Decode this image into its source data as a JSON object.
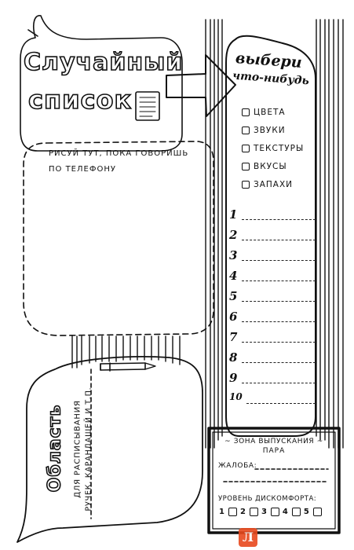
{
  "title": {
    "line1": "Случайный",
    "line2": "список"
  },
  "choose": {
    "line1": "выбери",
    "line2": "что-нибудь"
  },
  "options": [
    "Цвета",
    "Звуки",
    "Текстуры",
    "Вкусы",
    "Запахи"
  ],
  "numbers": [
    "1",
    "2",
    "3",
    "4",
    "5",
    "6",
    "7",
    "8",
    "9",
    "10"
  ],
  "phone_area": {
    "line1": "рисуй тут, пока говоришь",
    "line2": "по телефону"
  },
  "pen_area": {
    "title": "Область",
    "line1": "для расписывания",
    "line2": "ручек, карандашей и т.п."
  },
  "steam": {
    "title": "~ Зона выпускания ~",
    "title2": "пара",
    "complaint": "Жалоба:",
    "level": "Уровень дискомфорта:",
    "scale": [
      "1",
      "2",
      "3",
      "4",
      "5"
    ]
  },
  "watermark": "Л"
}
